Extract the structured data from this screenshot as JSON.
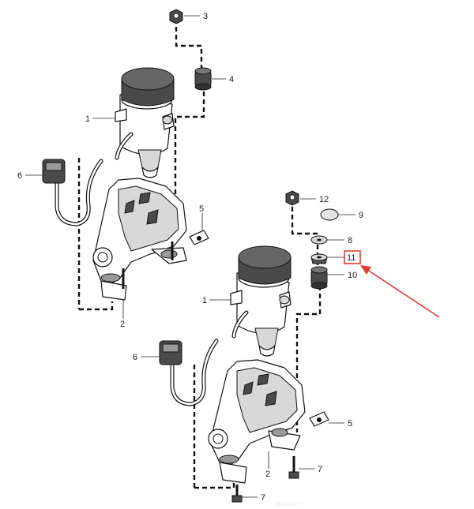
{
  "diagram": {
    "upper_assembly": {
      "callouts": [
        {
          "label": "1",
          "part": "vacuum-pump"
        },
        {
          "label": "2",
          "part": "bracket"
        },
        {
          "label": "3",
          "part": "nut"
        },
        {
          "label": "4",
          "part": "rubber-mount"
        },
        {
          "label": "5",
          "part": "clip"
        },
        {
          "label": "6",
          "part": "connector"
        }
      ]
    },
    "lower_assembly": {
      "callouts": [
        {
          "label": "1",
          "part": "vacuum-pump"
        },
        {
          "label": "2",
          "part": "bracket"
        },
        {
          "label": "5",
          "part": "clip"
        },
        {
          "label": "6",
          "part": "connector"
        },
        {
          "label": "7",
          "part": "bolt"
        },
        {
          "label": "7",
          "part": "bolt"
        },
        {
          "label": "8",
          "part": "washer"
        },
        {
          "label": "9",
          "part": "cap"
        },
        {
          "label": "10",
          "part": "rubber-mount"
        },
        {
          "label": "11",
          "part": "spacer"
        },
        {
          "label": "12",
          "part": "nut"
        }
      ]
    },
    "highlight": {
      "label": "11",
      "color": "#e53935"
    },
    "watermark": "autodoc"
  }
}
